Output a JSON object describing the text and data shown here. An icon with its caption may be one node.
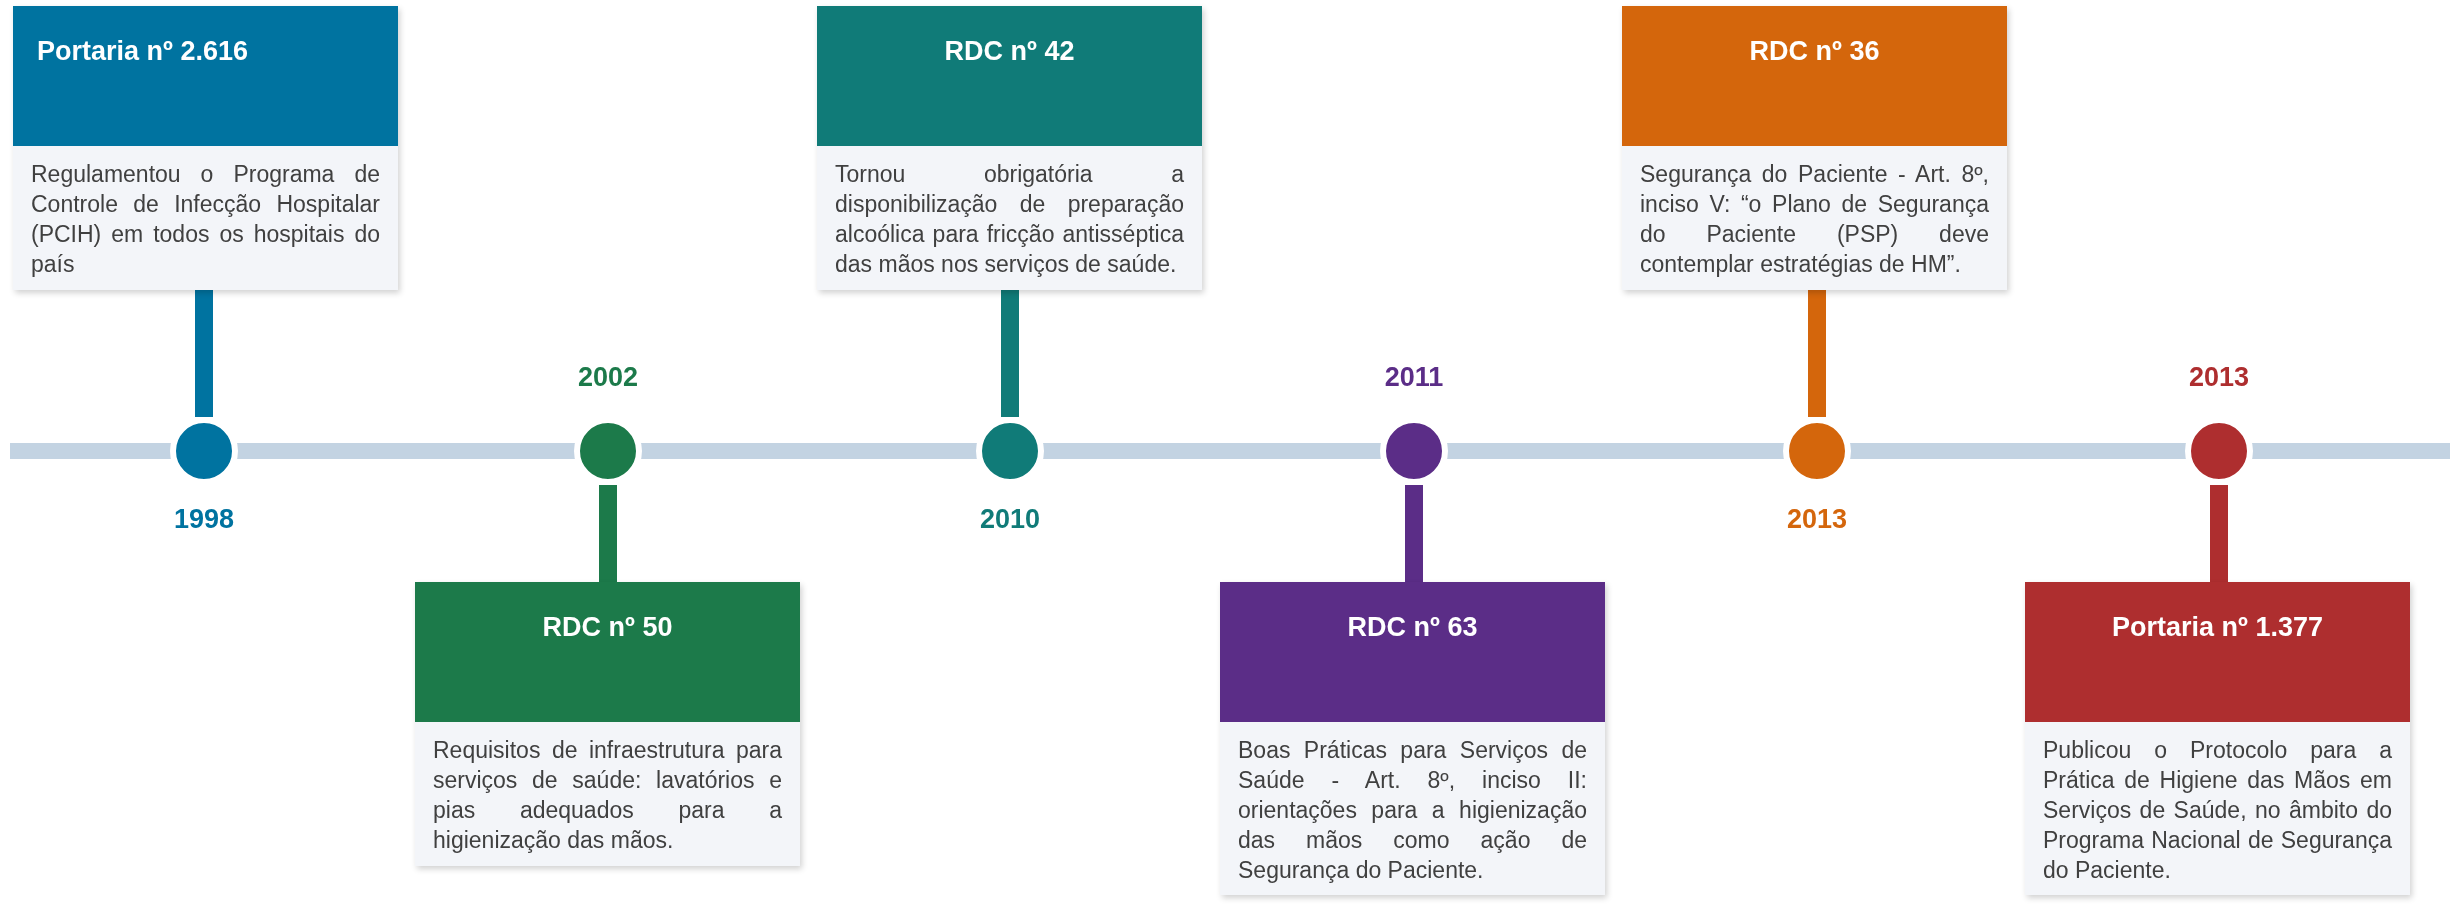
{
  "diagram": {
    "nodes": [
      {
        "text": [
          "Portaria nº 2.616",
          "Regulamentou o Programa de Controle de Infecção Hospitalar (PCIH) em todos os hospitais do país"
        ]
      },
      {
        "text": [],
        "shape": "circle",
        "beside": [
          "1998"
        ]
      },
      {
        "text": [
          "RDC nº 50",
          "Requisitos de infraestrutura para serviços de saúde: lavatórios e pias adequados para a higienização das mãos."
        ]
      },
      {
        "text": [],
        "shape": "circle",
        "beside": [
          "2002"
        ]
      },
      {
        "text": [
          "RDC nº 42",
          "Tornou obrigatória a disponibilização de preparação alcoólica para fricção antisséptica das mãos nos serviços de saúde."
        ]
      },
      {
        "text": [],
        "shape": "circle",
        "beside": [
          "2010"
        ]
      },
      {
        "text": [
          "RDC nº 63",
          "Boas Práticas para Serviços de Saúde - Art. 8º, inciso II: orientações para a higienização das mãos como ação de Segurança do Paciente."
        ]
      },
      {
        "text": [],
        "shape": "circle",
        "beside": [
          "2011"
        ]
      },
      {
        "text": [
          "RDC nº 36",
          "Segurança do Paciente - Art. 8º, inciso V: “o Plano de Segurança do Paciente (PSP) deve contemplar estratégias de HM”."
        ]
      },
      {
        "text": [],
        "shape": "circle",
        "beside": [
          "2013"
        ]
      },
      {
        "text": [
          "Portaria nº 1.377",
          "Publicou o Protocolo para a Prática de Higiene das Mãos em Serviços de Saúde, no âmbito do Programa Nacional de Segurança do Paciente."
        ]
      },
      {
        "text": [],
        "shape": "circle",
        "beside": [
          "2013"
        ]
      },
      {
        "text": [],
        "shape": "bar"
      }
    ],
    "edges": [
      {
        "from": 0,
        "to": 1,
        "arrow": "none",
        "color": "#0073a0"
      },
      {
        "from": 2,
        "to": 3,
        "arrow": "none",
        "color": "#1c7a4a"
      },
      {
        "from": 4,
        "to": 5,
        "arrow": "none",
        "color": "#107b78"
      },
      {
        "from": 6,
        "to": 7,
        "arrow": "none",
        "color": "#5b2d87"
      },
      {
        "from": 8,
        "to": 9,
        "arrow": "none",
        "color": "#d4660c"
      },
      {
        "from": 10,
        "to": 11,
        "arrow": "none",
        "color": "#ae2e2f"
      }
    ]
  }
}
